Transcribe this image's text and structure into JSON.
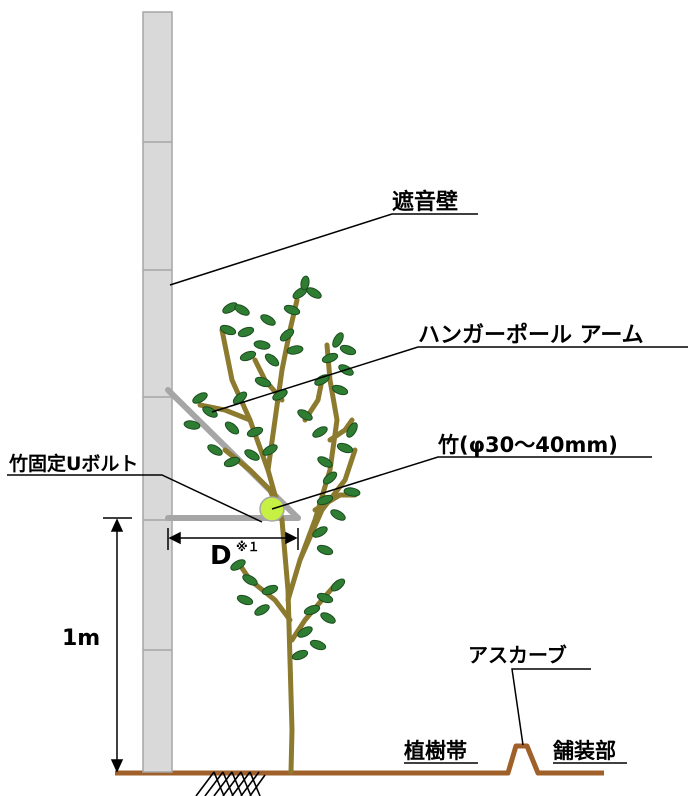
{
  "labels": {
    "wall": "遮音壁",
    "arm": "ハンガーポール アーム",
    "bolt": "竹固定Uボルト",
    "bamboo": "竹(φ30～40mm)",
    "distance": "D",
    "distance_note": "※１",
    "height": "1m",
    "curb": "アスカーブ",
    "planting": "植樹帯",
    "pavement": "舗装部"
  },
  "colors": {
    "wall_fill": "#d9d9d9",
    "wall_stroke": "#a6a6a6",
    "arm": "#a6a6a6",
    "trunk": "#8c7a2e",
    "ground": "#a0602a",
    "leaf": "#2e7d32",
    "leaf_dark": "#1b4d1f",
    "bamboo": "#c6f043"
  },
  "icons": {
    "leaf": "leaf-icon",
    "bamboo": "bamboo-cross-section-icon"
  }
}
